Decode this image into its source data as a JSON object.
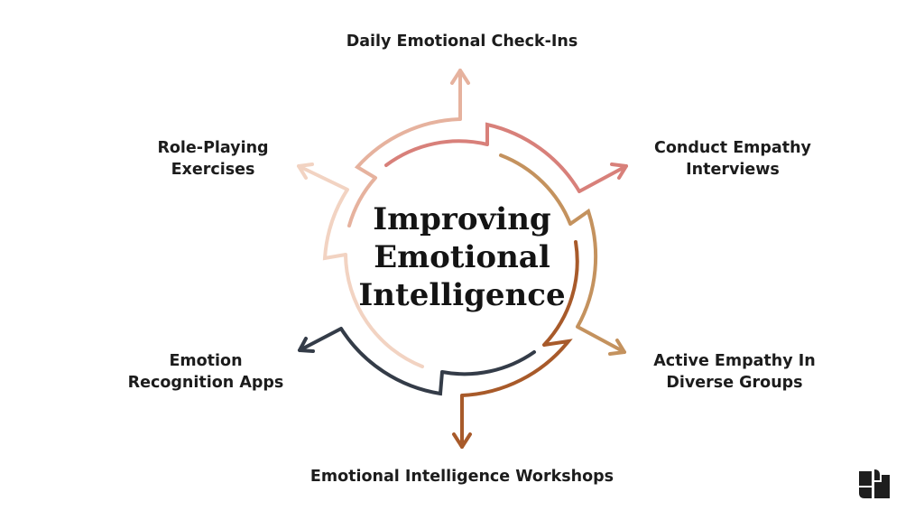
{
  "title": {
    "line1": "Improving",
    "line2": "Emotional",
    "line3": "Intelligence"
  },
  "steps": [
    {
      "id": "top",
      "lines": [
        "Daily Emotional Check-Ins"
      ],
      "color": "#e6b29e"
    },
    {
      "id": "upper-right",
      "lines": [
        "Conduct Empathy",
        "Interviews"
      ],
      "color": "#d8807a"
    },
    {
      "id": "lower-right",
      "lines": [
        "Active Empathy In",
        "Diverse Groups"
      ],
      "color": "#c4925e"
    },
    {
      "id": "bottom",
      "lines": [
        "Emotional Intelligence Workshops"
      ],
      "color": "#a85a2a"
    },
    {
      "id": "lower-left",
      "lines": [
        "Emotion",
        "Recognition Apps"
      ],
      "color": "#343c48"
    },
    {
      "id": "upper-left",
      "lines": [
        "Role-Playing",
        "Exercises"
      ],
      "color": "#f2d3c2"
    }
  ],
  "logo": {
    "icon": "brand-logo-icon",
    "color": "#1e1e1e"
  }
}
